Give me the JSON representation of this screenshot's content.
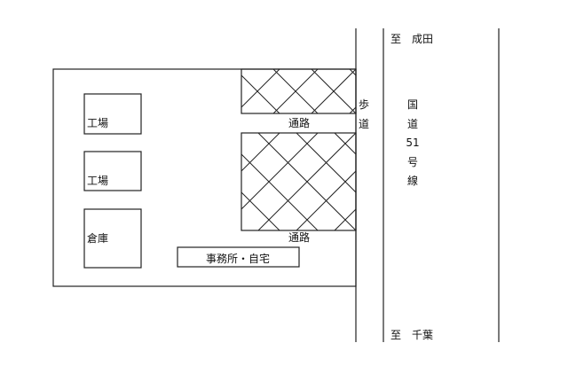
{
  "labels": {
    "factory_1": "工場",
    "factory_2": "工場",
    "warehouse": "倉庫",
    "office_home": "事務所・自宅",
    "passage_top": "通路",
    "passage_bottom": "通路",
    "sidewalk_1": "歩",
    "sidewalk_2": "道",
    "route_1": "国",
    "route_2": "道",
    "route_3": "51",
    "route_4": "号",
    "route_5": "線",
    "to_narita": "至　成田",
    "to_chiba": "至　千葉"
  },
  "colors": {
    "line": "#222222",
    "background": "#ffffff"
  }
}
